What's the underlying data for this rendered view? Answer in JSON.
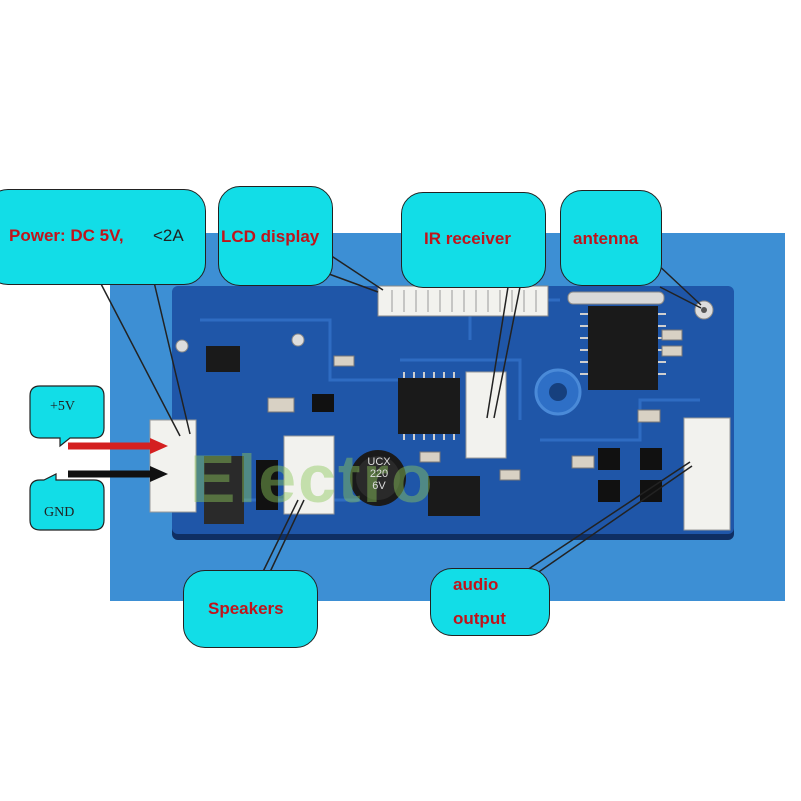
{
  "callouts": {
    "power": "Power: DC 5V,",
    "power_current": "<2A",
    "lcd": "LCD display",
    "ir": "IR receiver",
    "antenna": "antenna",
    "speakers": "Speakers",
    "audio_line1": "audio",
    "audio_line2": "output"
  },
  "wires": {
    "positive": "+5V",
    "ground": "GND"
  },
  "components": {
    "capacitor_line1": "UCX",
    "capacitor_line2": "220",
    "capacitor_line3": "6V"
  },
  "watermark": "Electro",
  "colors": {
    "callout_fill": "#12dde7",
    "label_text": "#c0141b",
    "board": "#1f56a8",
    "positive_wire": "#d42020",
    "ground_wire": "#111111"
  }
}
